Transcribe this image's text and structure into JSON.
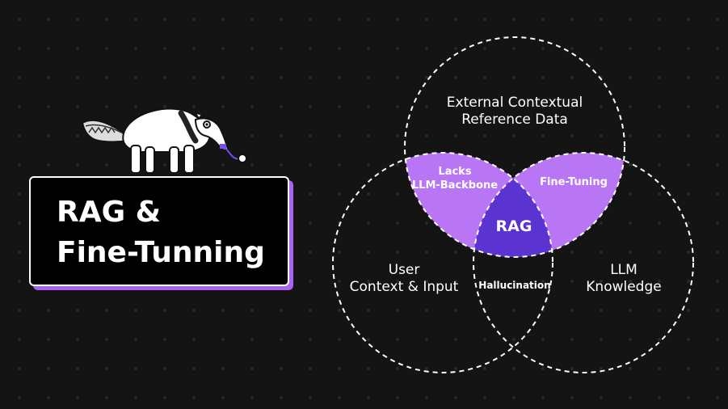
{
  "title": {
    "line1": "RAG &",
    "line2": "Fine-Tunning"
  },
  "colors": {
    "background": "#141414",
    "accent_light": "#b876f5",
    "accent_dark": "#5b33d0",
    "circle_stroke": "#ffffff"
  },
  "venn": {
    "top_circle": {
      "line1": "External Contextual",
      "line2": "Reference Data"
    },
    "left_circle": {
      "line1": "User",
      "line2": "Context & Input"
    },
    "right_circle": {
      "line1": "LLM",
      "line2": "Knowledge"
    },
    "top_left_overlap": {
      "line1": "Lacks",
      "line2": "LLM-Backbone"
    },
    "top_right_overlap": "Fine-Tuning",
    "left_right_overlap": "Hallucination",
    "center": "RAG"
  },
  "icons": [
    "anteater-mascot-icon"
  ]
}
